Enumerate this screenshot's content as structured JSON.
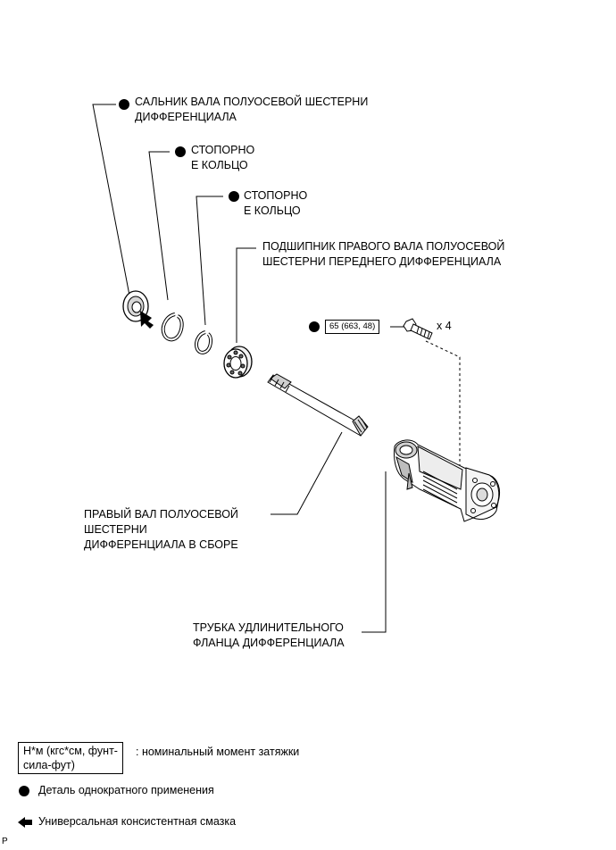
{
  "labels": {
    "seal_line1": "САЛЬНИК ВАЛА ПОЛУОСЕВОЙ ШЕСТЕРНИ",
    "seal_line2": "ДИФФЕРЕНЦИАЛА",
    "snap1_line1": "СТОПОРНО",
    "snap1_line2": "Е КОЛЬЦО",
    "snap2_line1": "СТОПОРНО",
    "snap2_line2": "Е КОЛЬЦО",
    "bearing_line1": "ПОДШИПНИК ПРАВОГО ВАЛА ПОЛУОСЕВОЙ",
    "bearing_line2": "ШЕСТЕРНИ ПЕРЕДНЕГО ДИФФЕРЕНЦИАЛА",
    "torque_value": "65 (663, 48)",
    "bolt_qty": "x 4",
    "shaft_line1": "ПРАВЫЙ ВАЛ ПОЛУОСЕВОЙ",
    "shaft_line2": "ШЕСТЕРНИ",
    "shaft_line3": "ДИФФЕРЕНЦИАЛА В СБОРЕ",
    "tube_line1": "ТРУБКА УДЛИНИТЕЛЬНОГО",
    "tube_line2": "ФЛАНЦА ДИФФЕРЕНЦИАЛА"
  },
  "legend": {
    "torque_unit_line1": "Н*м (кгс*см, фунт-",
    "torque_unit_line2": "сила-фут)",
    "torque_desc": ": номинальный момент затяжки",
    "non_reusable": "Деталь однократного применения",
    "grease": "Универсальная консистентная смазка"
  },
  "corner_mark": "P",
  "icons": {
    "non_reusable": "filled-circle-icon",
    "grease": "arrow-left-icon"
  }
}
